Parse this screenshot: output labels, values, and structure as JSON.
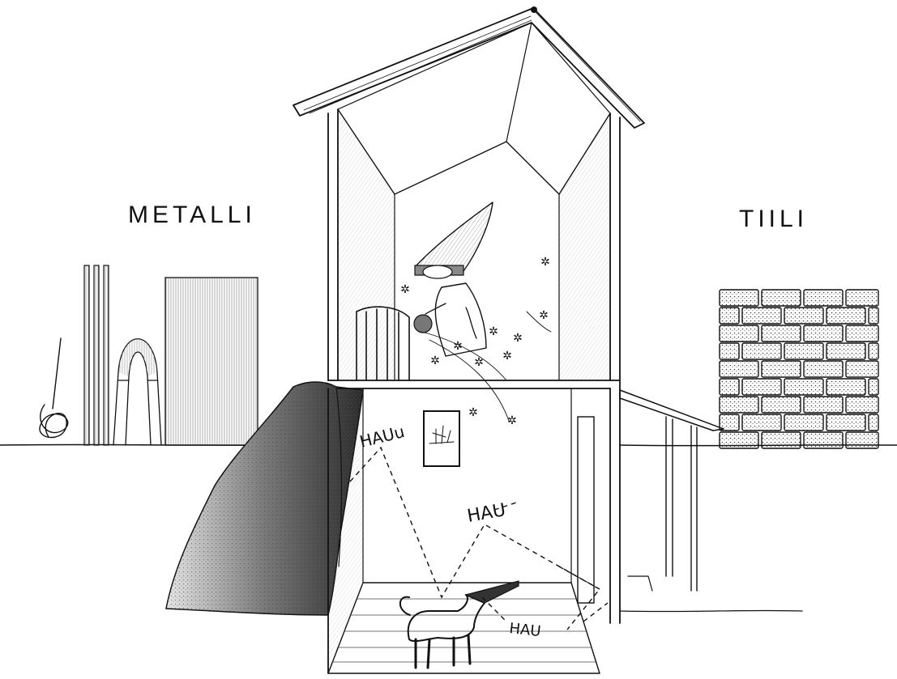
{
  "labels": {
    "left_material": "METALLI",
    "right_material": "TIILI",
    "bark_1": "HAUu",
    "bark_2": "HAU",
    "bark_3": "HAU"
  },
  "colors": {
    "ink": "#111111",
    "paper": "#ffffff",
    "shade": "#b8b8b8"
  }
}
